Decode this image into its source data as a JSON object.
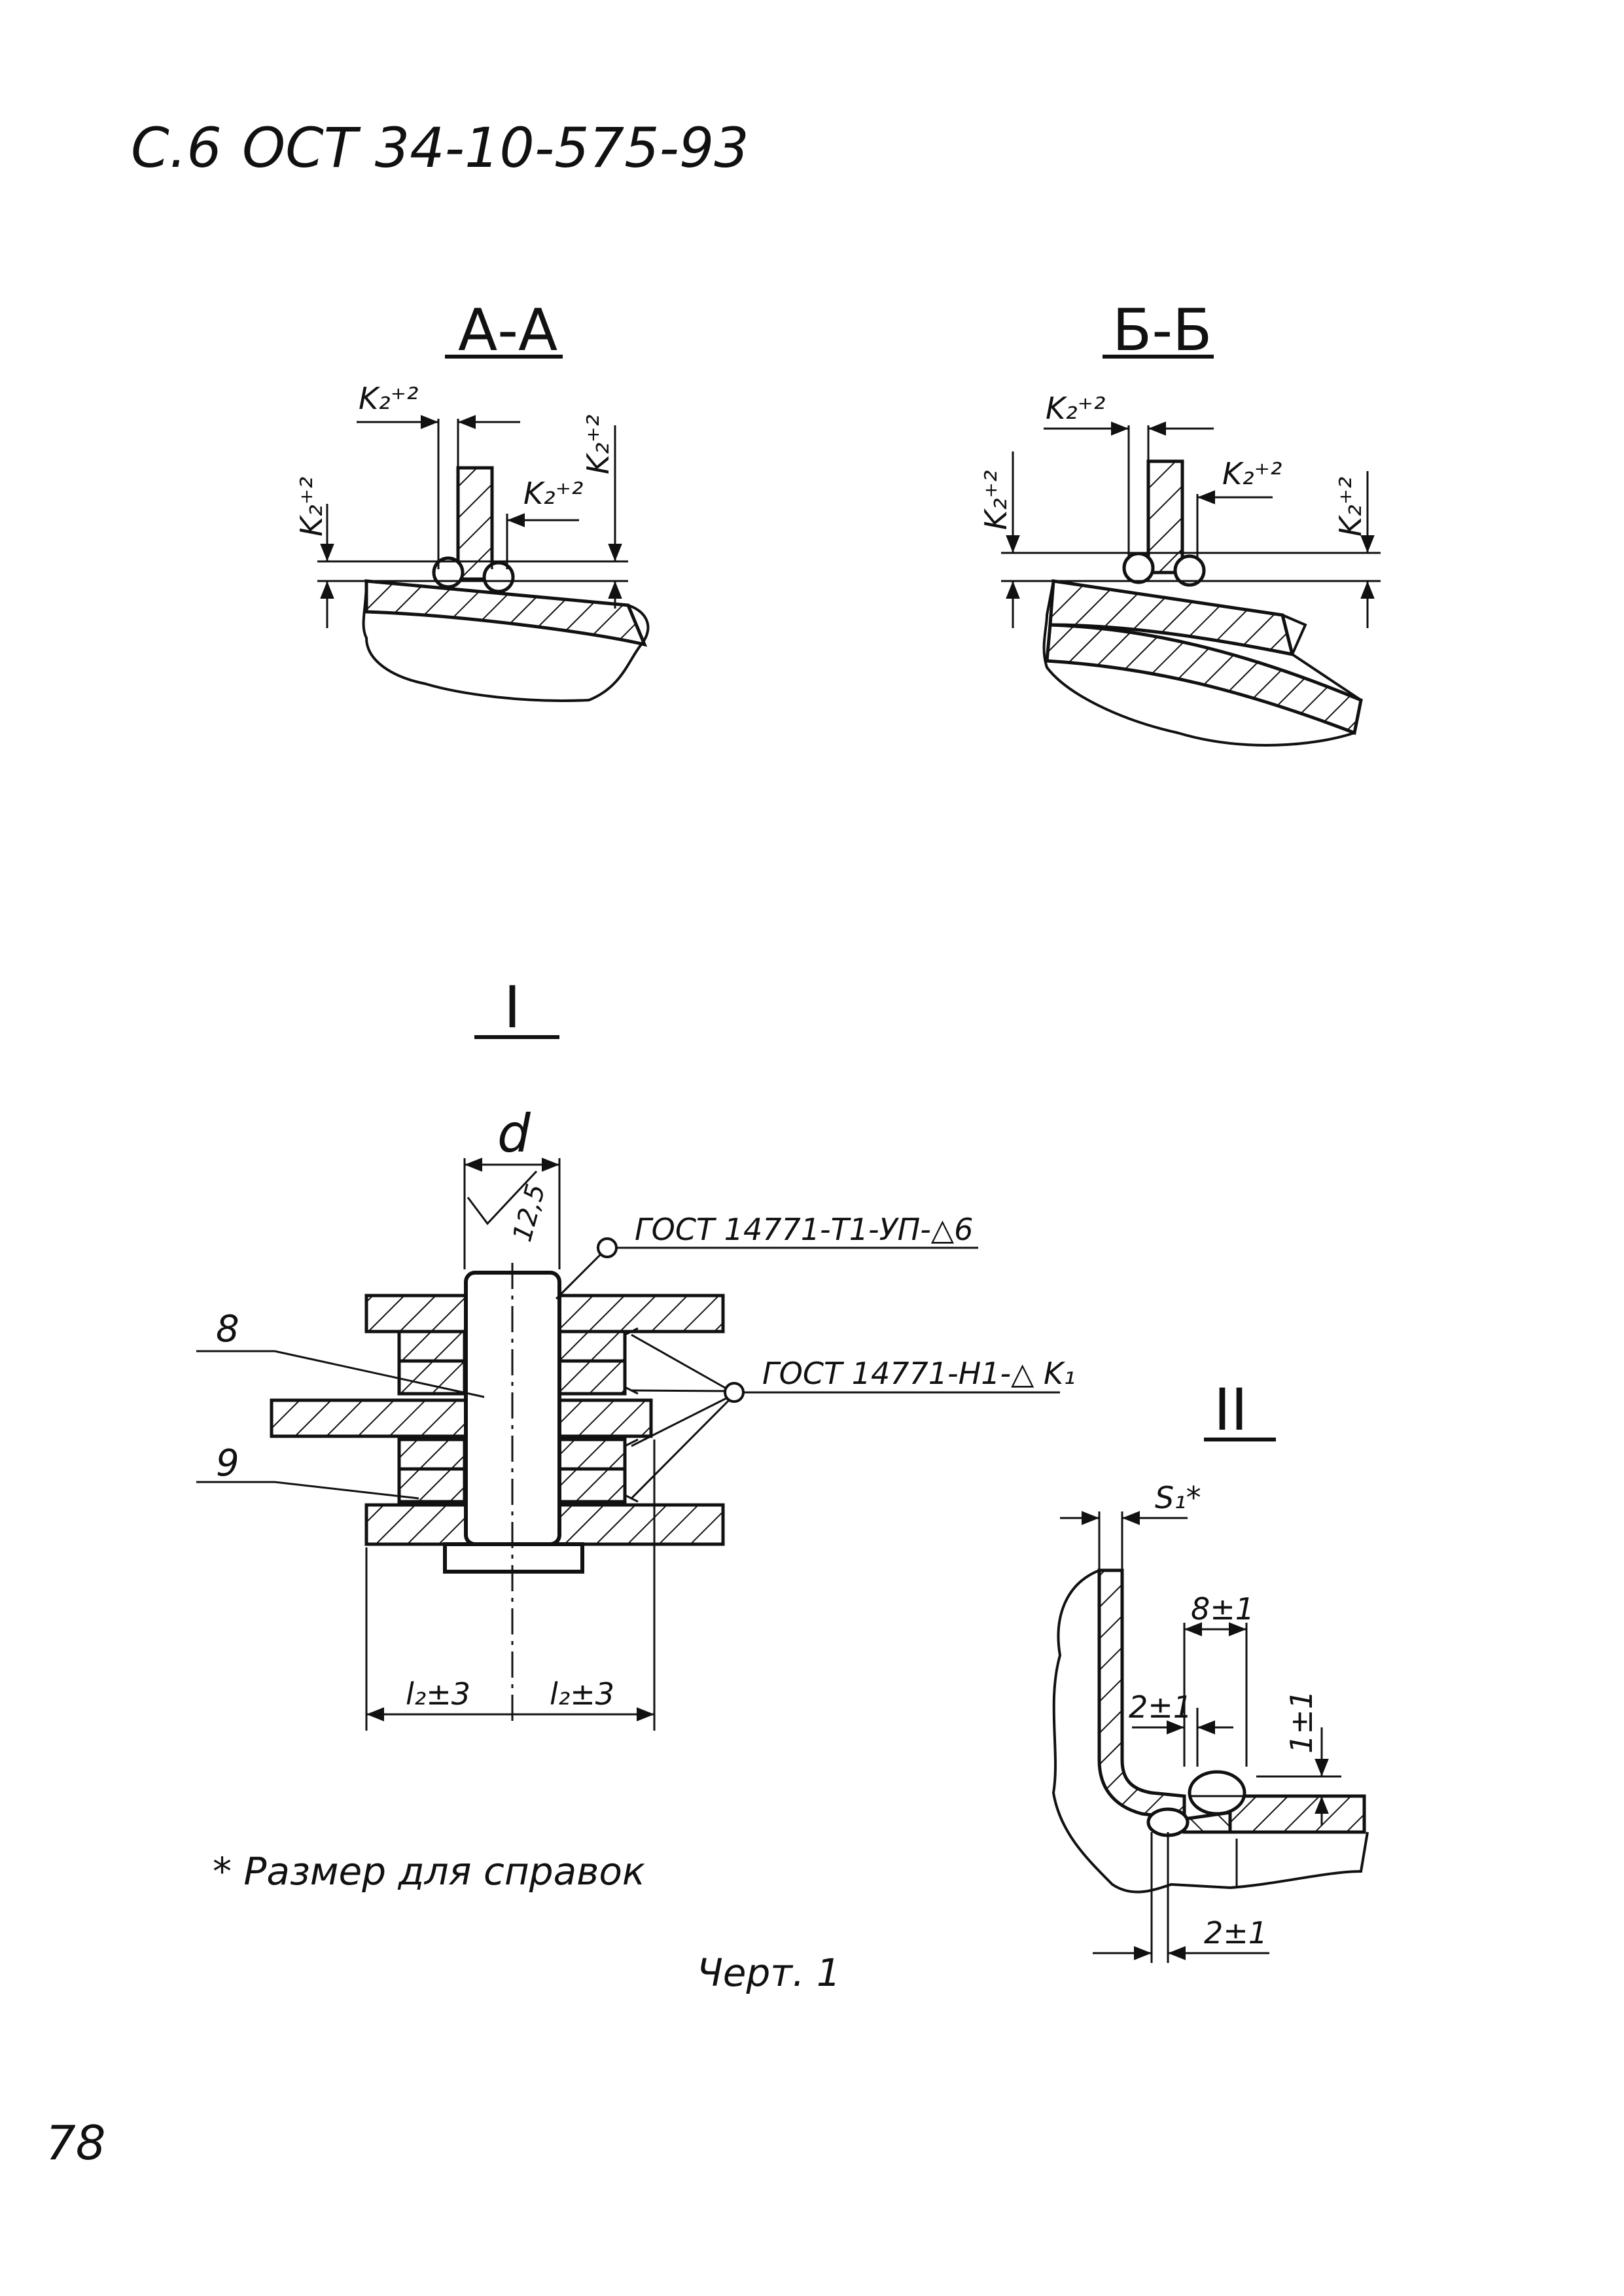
{
  "header": {
    "page": "С.6",
    "standard": "ОСТ 34-10-575-93"
  },
  "sections": {
    "aa": {
      "title": "А-А",
      "dims": {
        "top": "K₂⁺²",
        "right_fillet": "K₂⁺²",
        "left_vertical": "K₂⁺²",
        "right_vertical": "K₂⁺²"
      }
    },
    "bb": {
      "title": "Б-Б",
      "dims": {
        "top": "K₂⁺²",
        "right_fillet": "K₂⁺²",
        "left_vertical": "K₂⁺²",
        "right_vertical": "K₂⁺²"
      }
    }
  },
  "detail_1": {
    "title": "I",
    "diameter": "d",
    "roughness": "12,5",
    "weld_note_1": "ГОСТ 14771-Т1-УП-△6",
    "weld_note_2": "ГОСТ 14771-Н1-△ K₁",
    "pos_8": "8",
    "pos_9": "9",
    "dim_left": "l₂±3",
    "dim_right": "l₂±3"
  },
  "detail_2": {
    "title": "II",
    "thickness": "S₁*",
    "dim_8": "8±1",
    "dim_2_top": "2±1",
    "dim_1": "1±1",
    "dim_2_bottom": "2±1"
  },
  "footnote": "* Размер для справок",
  "figure_caption": "Черт. 1",
  "page_number": "78"
}
